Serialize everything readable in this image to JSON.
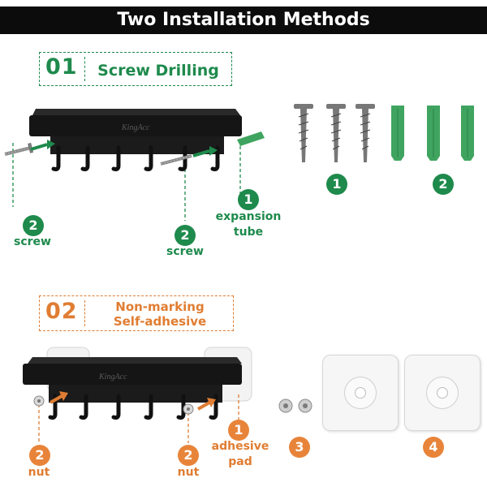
{
  "header": {
    "title": "Two Installation Methods"
  },
  "method1": {
    "number": "01",
    "label": "Screw Drilling",
    "brand": "KingAcc",
    "left_badge": "2",
    "left_caption": "screw",
    "mid_badge": "2",
    "mid_caption": "screw",
    "right_badge": "1",
    "right_caption_1": "expansion",
    "right_caption_2": "tube",
    "parts_badge_1": "1",
    "parts_badge_2": "2"
  },
  "method2": {
    "number": "02",
    "label_1": "Non-marking",
    "label_2": "Self-adhesive",
    "brand": "KingAcc",
    "left_badge": "2",
    "left_caption": "nut",
    "mid_badge": "2",
    "mid_caption": "nut",
    "right_badge": "1",
    "right_caption_1": "adhesive",
    "right_caption_2": "pad",
    "parts_badge_3": "3",
    "parts_badge_4": "4"
  },
  "colors": {
    "green": "#1e8a4c",
    "orange": "#e07d32",
    "banner": "#0c0c0c",
    "rack": "#151515"
  }
}
